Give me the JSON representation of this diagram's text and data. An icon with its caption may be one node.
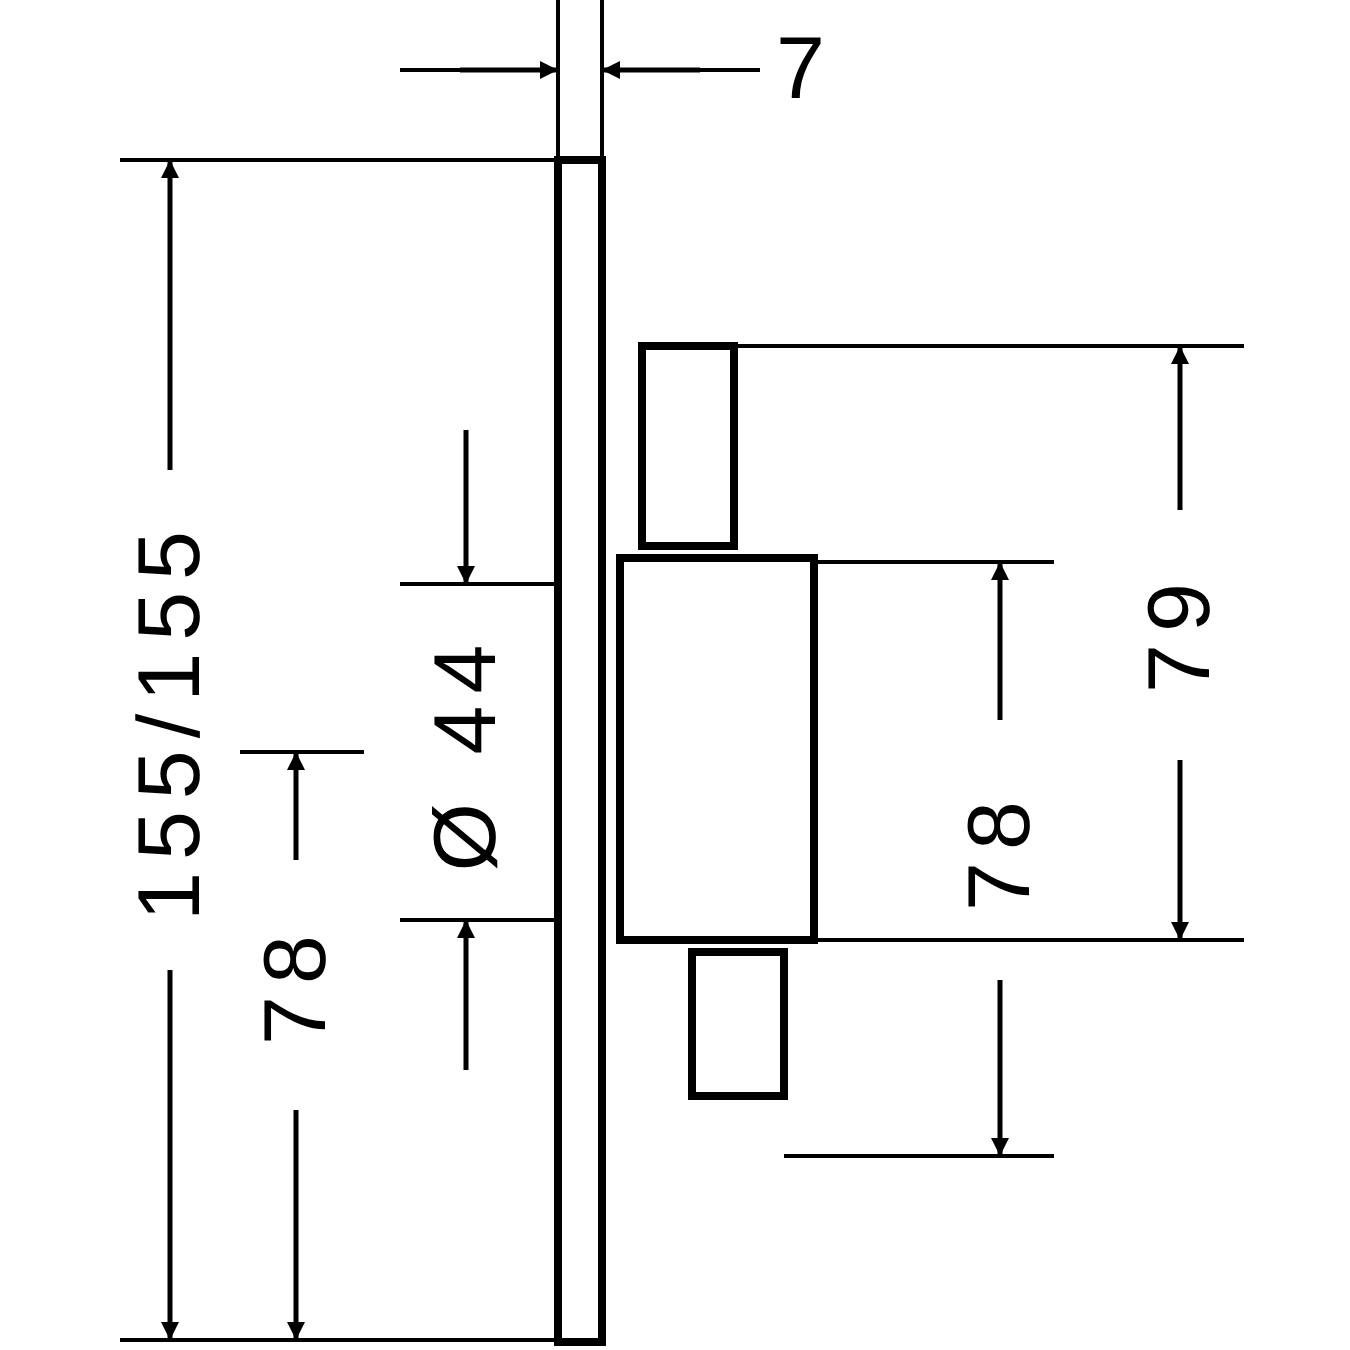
{
  "diagram": {
    "labels": [
      "7",
      "155/155",
      "78",
      "Ø 44",
      "78",
      "79"
    ]
  }
}
